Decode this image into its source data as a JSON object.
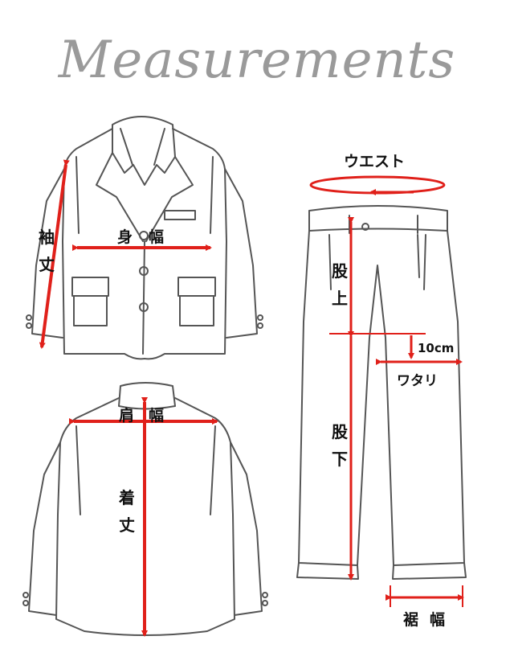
{
  "title": "Measurements",
  "labels": {
    "sleeve": "袖丈",
    "body_width": "身幅",
    "shoulder": "肩幅",
    "length": "着丈",
    "waist": "ウエスト",
    "rise": "股上",
    "offset": "10cm",
    "thigh": "ワタリ",
    "inseam": "股下",
    "hem": "裾幅"
  },
  "colors": {
    "line": "#555555",
    "accent": "#e0201a"
  }
}
